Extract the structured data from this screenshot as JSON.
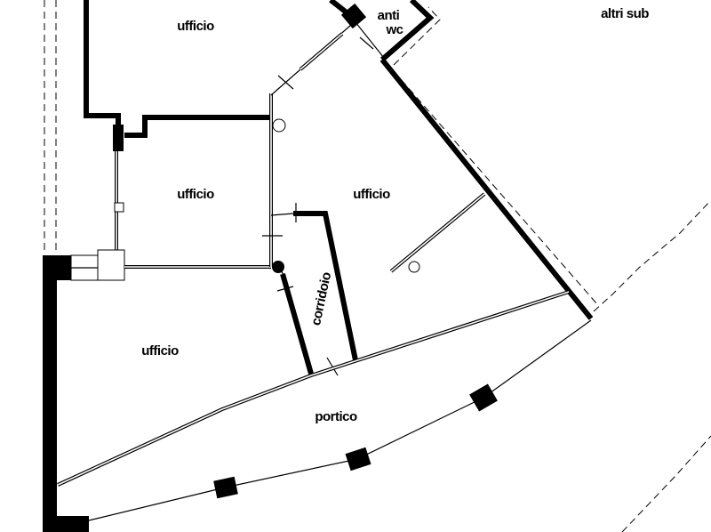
{
  "labels": {
    "office_top": "ufficio",
    "anti": "anti",
    "wc": "wc",
    "other_units": "altri sub",
    "office_middle_left": "ufficio",
    "office_middle_right": "ufficio",
    "corridor": "corridoio",
    "office_bottom_left": "ufficio",
    "porch": "portico"
  }
}
